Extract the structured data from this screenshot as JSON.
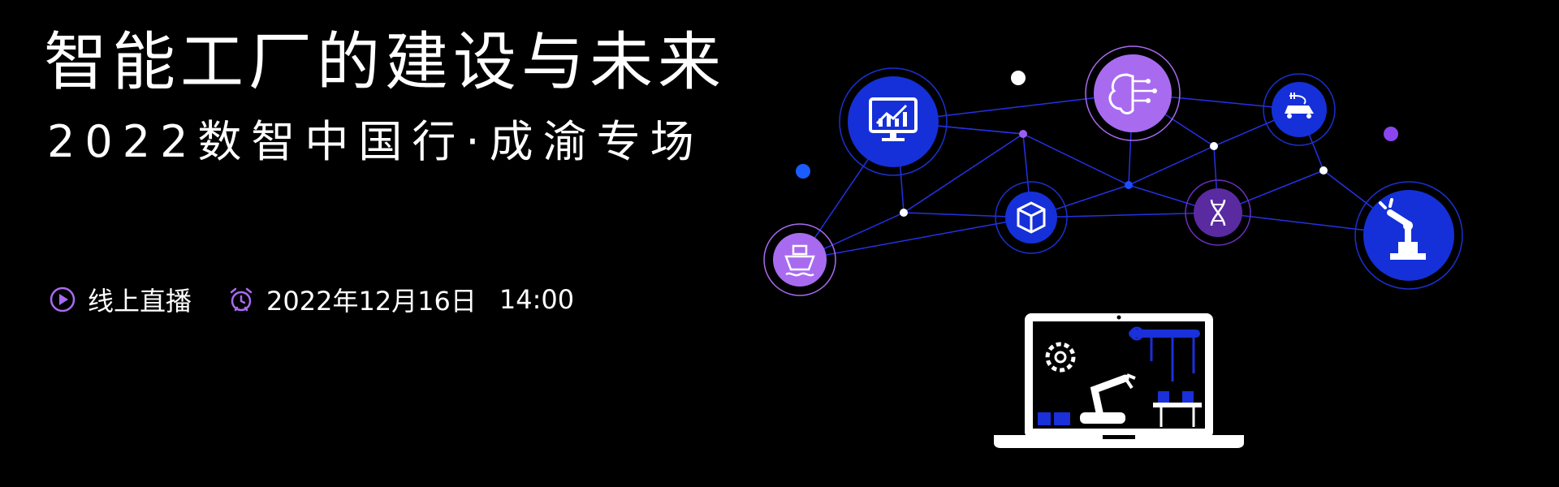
{
  "banner": {
    "title": "智能工厂的建设与未来",
    "subtitle": "2022数智中国行·成渝专场",
    "live_label": "线上直播",
    "date": "2022年12月16日",
    "time": "14:00"
  },
  "colors": {
    "background": "#000000",
    "accent_purple": "#a86bf0",
    "accent_blue": "#1a35d8",
    "network_line": "#2a37ff"
  },
  "icons": [
    "play-circle-icon",
    "alarm-clock-icon",
    "monitor-chart-icon",
    "ai-brain-icon",
    "electric-car-icon",
    "ship-icon",
    "package-box-icon",
    "dna-icon",
    "robot-arm-icon",
    "laptop-factory-icon"
  ]
}
